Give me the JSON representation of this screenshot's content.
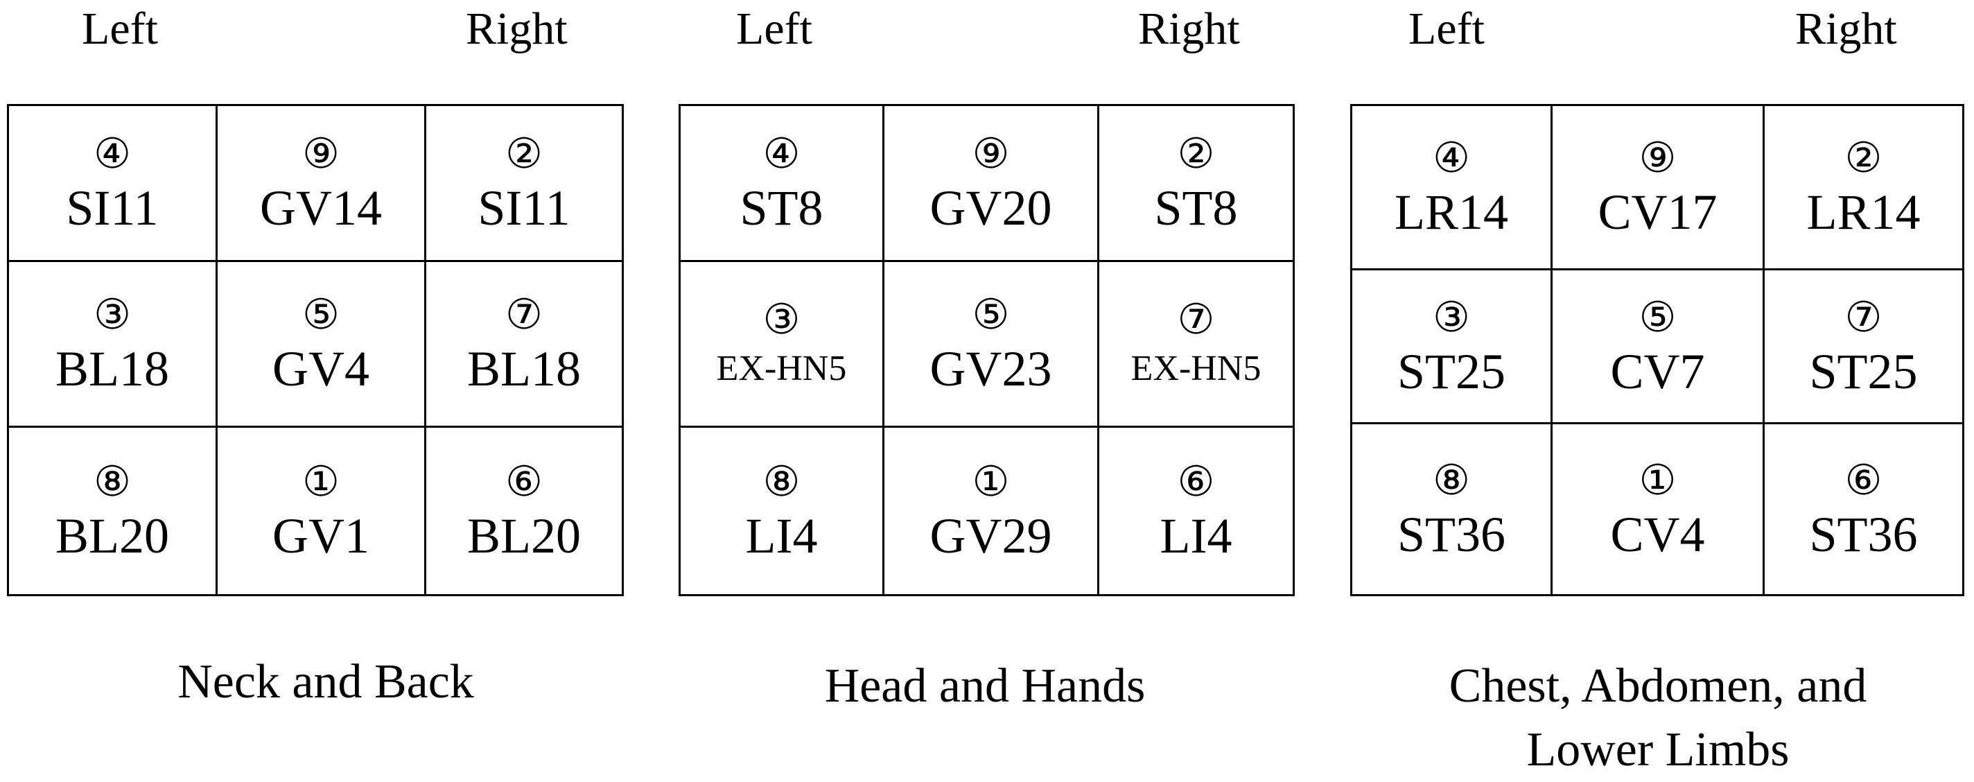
{
  "panels": [
    {
      "left_label": "Left",
      "right_label": "Right",
      "caption": "Neck and Back",
      "cells": [
        [
          {
            "order": "④",
            "point": "SI11"
          },
          {
            "order": "⑨",
            "point": "GV14"
          },
          {
            "order": "②",
            "point": "SI11"
          }
        ],
        [
          {
            "order": "③",
            "point": "BL18"
          },
          {
            "order": "⑤",
            "point": "GV4"
          },
          {
            "order": "⑦",
            "point": "BL18"
          }
        ],
        [
          {
            "order": "⑧",
            "point": "BL20"
          },
          {
            "order": "①",
            "point": "GV1"
          },
          {
            "order": "⑥",
            "point": "BL20"
          }
        ]
      ]
    },
    {
      "left_label": "Left",
      "right_label": "Right",
      "caption": "Head and Hands",
      "cells": [
        [
          {
            "order": "④",
            "point": "ST8"
          },
          {
            "order": "⑨",
            "point": "GV20"
          },
          {
            "order": "②",
            "point": "ST8"
          }
        ],
        [
          {
            "order": "③",
            "point": "EX-HN5"
          },
          {
            "order": "⑤",
            "point": "GV23"
          },
          {
            "order": "⑦",
            "point": "EX-HN5"
          }
        ],
        [
          {
            "order": "⑧",
            "point": "LI4"
          },
          {
            "order": "①",
            "point": "GV29"
          },
          {
            "order": "⑥",
            "point": "LI4"
          }
        ]
      ]
    },
    {
      "left_label": "Left",
      "right_label": "Right",
      "caption": "Chest, Abdomen, and\nLower Limbs",
      "cells": [
        [
          {
            "order": "④",
            "point": "LR14"
          },
          {
            "order": "⑨",
            "point": "CV17"
          },
          {
            "order": "②",
            "point": "LR14"
          }
        ],
        [
          {
            "order": "③",
            "point": "ST25"
          },
          {
            "order": "⑤",
            "point": "CV7"
          },
          {
            "order": "⑦",
            "point": "ST25"
          }
        ],
        [
          {
            "order": "⑧",
            "point": "ST36"
          },
          {
            "order": "①",
            "point": "CV4"
          },
          {
            "order": "⑥",
            "point": "ST36"
          }
        ]
      ]
    }
  ]
}
